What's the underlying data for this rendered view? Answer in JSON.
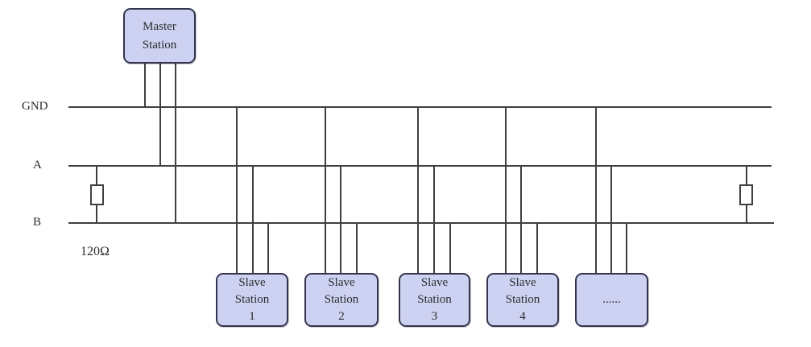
{
  "diagram": {
    "bus_labels": {
      "gnd": "GND",
      "a": "A",
      "b": "B"
    },
    "termination_label": "120Ω",
    "master": {
      "lines": [
        "Master",
        "Station"
      ]
    },
    "slaves": [
      {
        "lines": [
          "Slave",
          "Station",
          "1"
        ]
      },
      {
        "lines": [
          "Slave",
          "Station",
          "2"
        ]
      },
      {
        "lines": [
          "Slave",
          "Station",
          "3"
        ]
      },
      {
        "lines": [
          "Slave",
          "Station",
          "4"
        ]
      },
      {
        "lines": [
          "......"
        ]
      }
    ],
    "colors": {
      "node_fill": "#cdd2f2",
      "node_border": "#34344e",
      "wire": "#3f3f3f",
      "text": "#2b2b2b",
      "background": "#ffffff"
    }
  }
}
